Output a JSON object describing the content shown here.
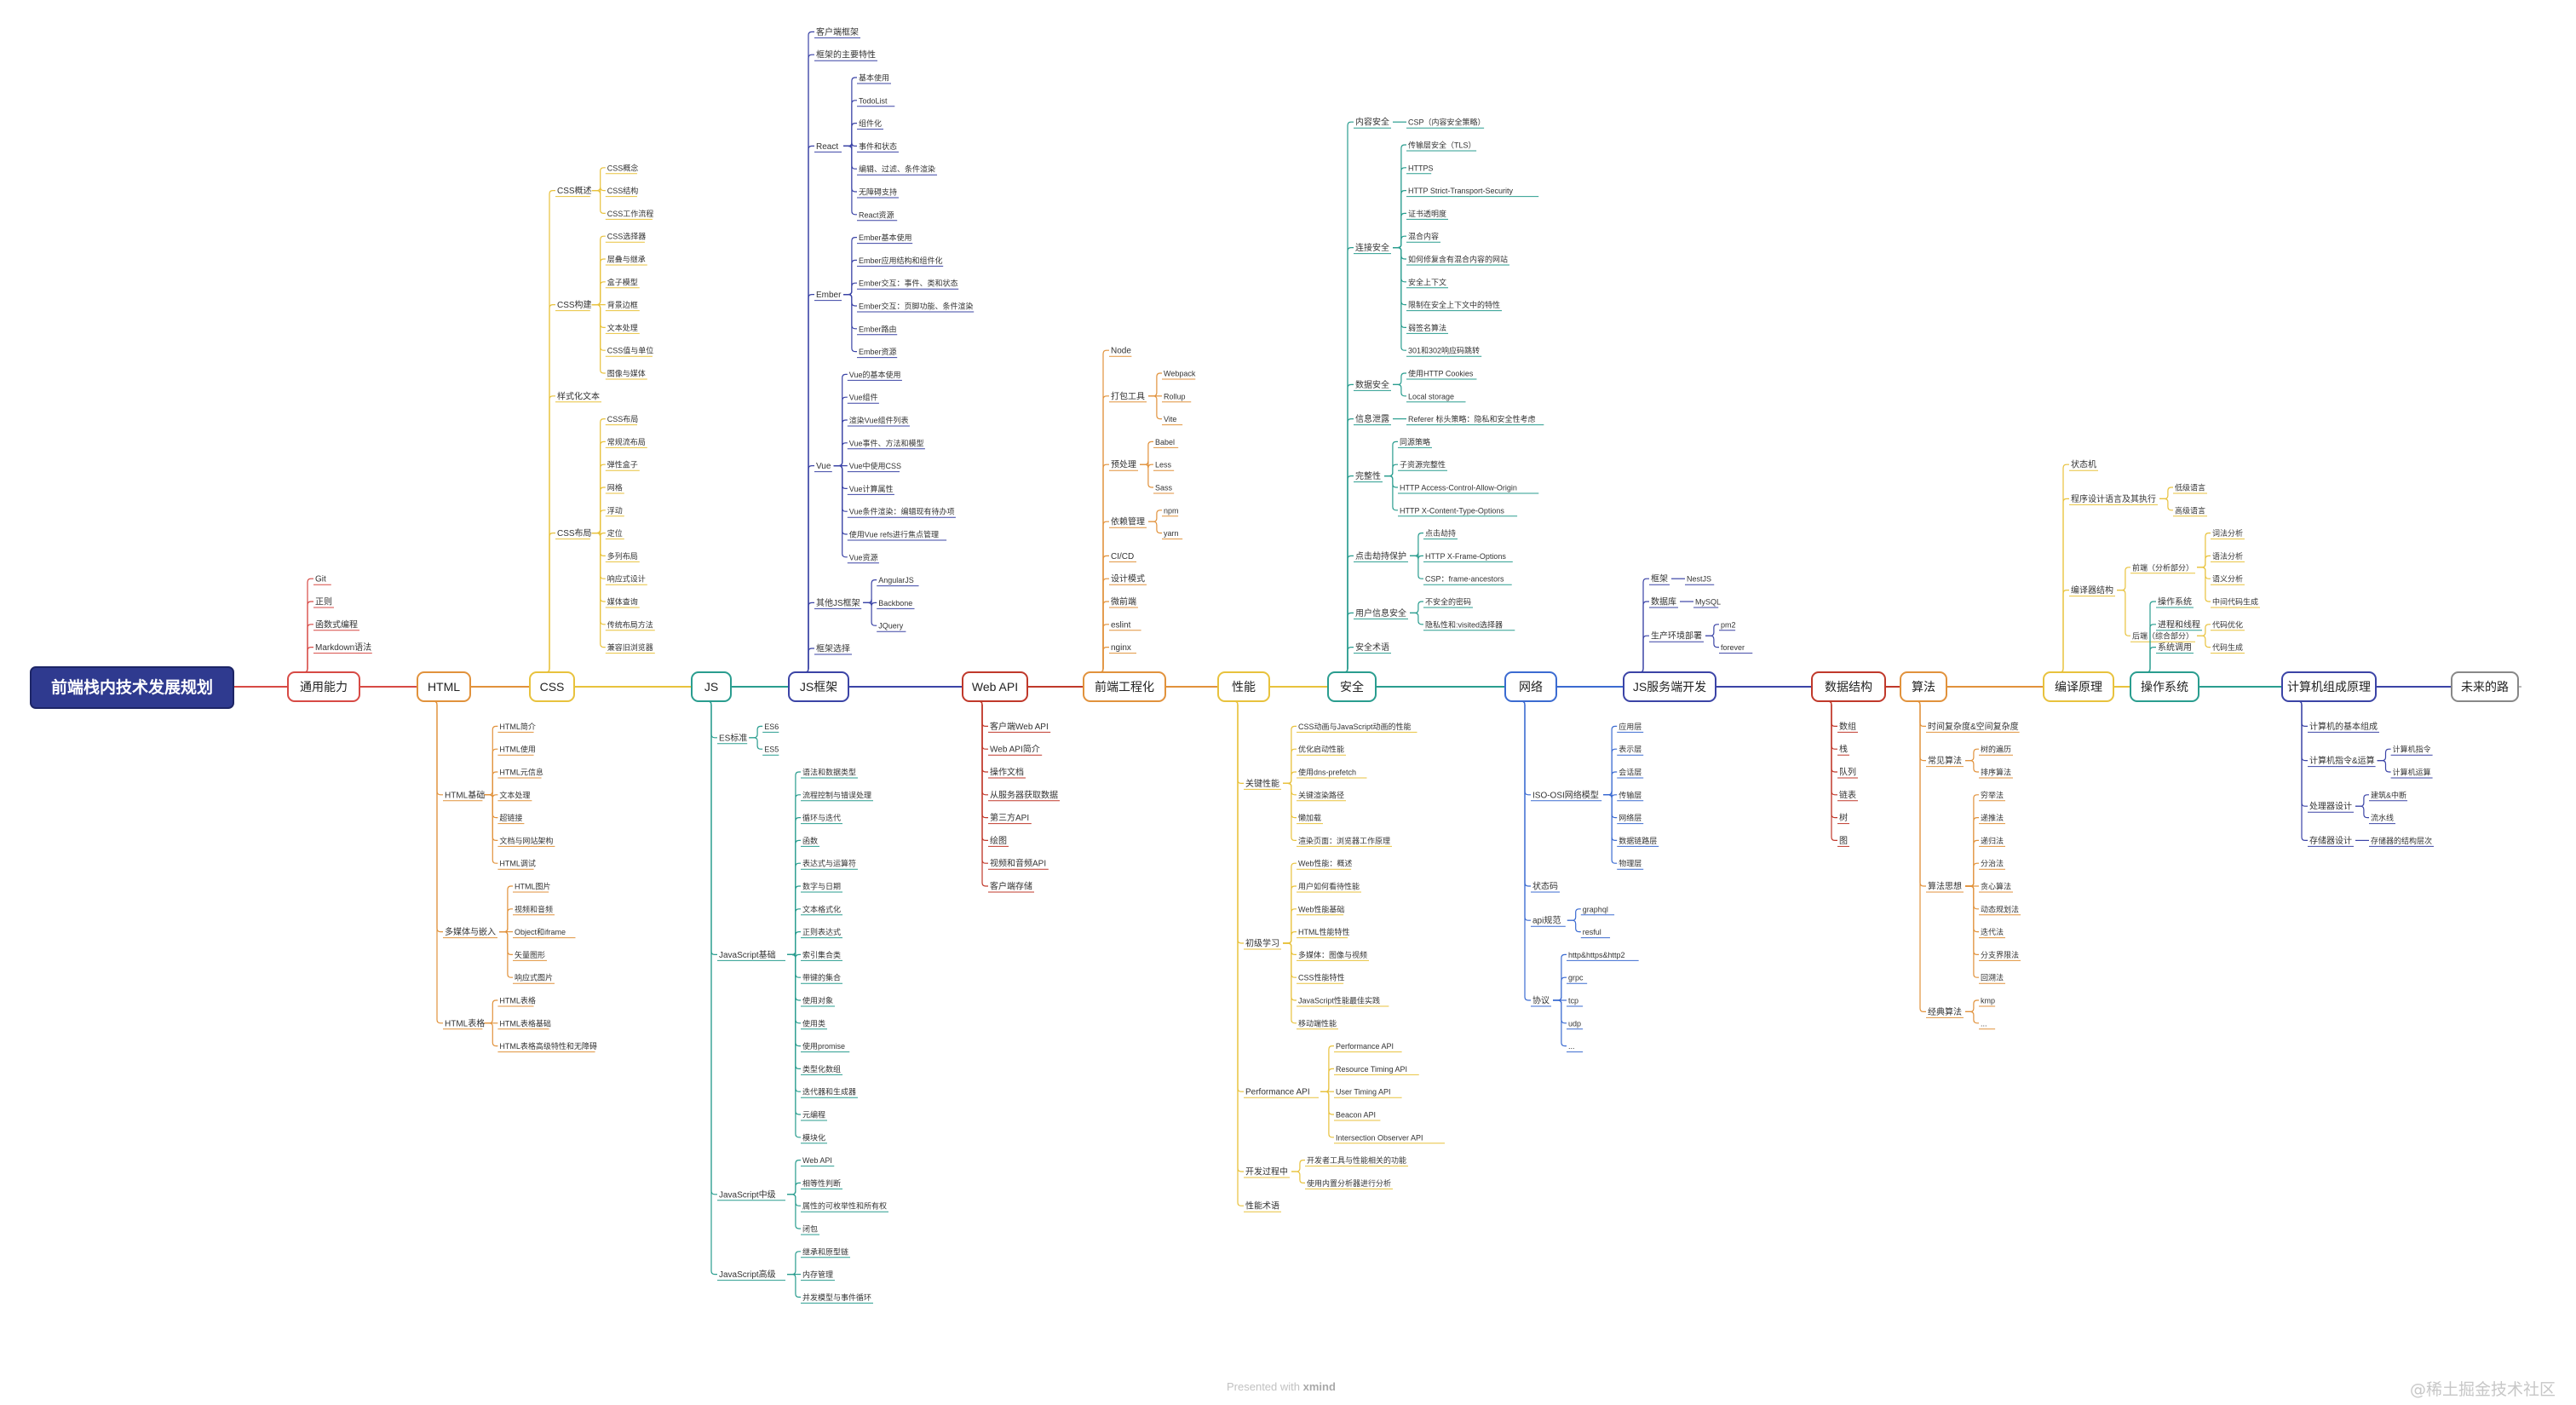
{
  "root": "前端栈内技术发展规划",
  "footer": {
    "prefix": "Presented with",
    "brand": "xmind"
  },
  "watermark": "@稀土掘金技术社区",
  "colors": [
    "#d74a45",
    "#e1923c",
    "#e8c23d",
    "#2a9d8f",
    "#3b44a6",
    "#c0392b",
    "#e1923c",
    "#e8c23d",
    "#2a9d8f",
    "#3b6bd1",
    "#3b44a6",
    "#c0392b",
    "#e1923c",
    "#e8c23d",
    "#2a9d8f",
    "#3b44a6"
  ],
  "topics": [
    {
      "label": "通用能力",
      "children": [
        {
          "label": "Git"
        },
        {
          "label": "正则"
        },
        {
          "label": "函数式编程"
        },
        {
          "label": "Markdown语法"
        }
      ]
    },
    {
      "label": "HTML",
      "children": [
        {
          "label": "HTML基础",
          "children": [
            {
              "label": "HTML简介"
            },
            {
              "label": "HTML使用"
            },
            {
              "label": "HTML元信息"
            },
            {
              "label": "文本处理"
            },
            {
              "label": "超链接"
            },
            {
              "label": "文档与网站架构"
            },
            {
              "label": "HTML调试"
            }
          ]
        },
        {
          "label": "多媒体与嵌入",
          "children": [
            {
              "label": "HTML图片"
            },
            {
              "label": "视频和音频"
            },
            {
              "label": "Object和iframe"
            },
            {
              "label": "矢量图形"
            },
            {
              "label": "响应式图片"
            }
          ]
        },
        {
          "label": "HTML表格",
          "children": [
            {
              "label": "HTML表格"
            },
            {
              "label": "HTML表格基础"
            },
            {
              "label": "HTML表格高级特性和无障碍"
            }
          ]
        }
      ]
    },
    {
      "label": "CSS",
      "children": [
        {
          "label": "CSS概述",
          "children": [
            {
              "label": "CSS概念"
            },
            {
              "label": "CSS结构"
            },
            {
              "label": "CSS工作流程"
            }
          ]
        },
        {
          "label": "CSS构建",
          "children": [
            {
              "label": "CSS选择器"
            },
            {
              "label": "层叠与继承"
            },
            {
              "label": "盒子模型"
            },
            {
              "label": "背景边框"
            },
            {
              "label": "文本处理"
            },
            {
              "label": "CSS值与单位"
            },
            {
              "label": "图像与媒体"
            }
          ]
        },
        {
          "label": "样式化文本"
        },
        {
          "label": "CSS布局",
          "children": [
            {
              "label": "CSS布局"
            },
            {
              "label": "常规流布局"
            },
            {
              "label": "弹性盒子"
            },
            {
              "label": "网格"
            },
            {
              "label": "浮动"
            },
            {
              "label": "定位"
            },
            {
              "label": "多列布局"
            },
            {
              "label": "响应式设计"
            },
            {
              "label": "媒体查询"
            },
            {
              "label": "传统布局方法"
            },
            {
              "label": "兼容旧浏览器"
            }
          ]
        }
      ]
    },
    {
      "label": "JS",
      "children": [
        {
          "label": "ES标准",
          "children": [
            {
              "label": "ES6"
            },
            {
              "label": "ES5"
            }
          ]
        },
        {
          "label": "JavaScript基础",
          "children": [
            {
              "label": "语法和数据类型"
            },
            {
              "label": "流程控制与错误处理"
            },
            {
              "label": "循环与迭代"
            },
            {
              "label": "函数"
            },
            {
              "label": "表达式与运算符"
            },
            {
              "label": "数字与日期"
            },
            {
              "label": "文本格式化"
            },
            {
              "label": "正则表达式"
            },
            {
              "label": "索引集合类"
            },
            {
              "label": "带键的集合"
            },
            {
              "label": "使用对象"
            },
            {
              "label": "使用类"
            },
            {
              "label": "使用promise"
            },
            {
              "label": "类型化数组"
            },
            {
              "label": "迭代器和生成器"
            },
            {
              "label": "元编程"
            },
            {
              "label": "模块化"
            }
          ]
        },
        {
          "label": "JavaScript中级",
          "children": [
            {
              "label": "Web API"
            },
            {
              "label": "相等性判断"
            },
            {
              "label": "属性的可枚举性和所有权"
            },
            {
              "label": "闭包"
            }
          ]
        },
        {
          "label": "JavaScript高级",
          "children": [
            {
              "label": "继承和原型链"
            },
            {
              "label": "内存管理"
            },
            {
              "label": "并发模型与事件循环"
            }
          ]
        }
      ]
    },
    {
      "label": "JS框架",
      "children": [
        {
          "label": "客户端框架"
        },
        {
          "label": "框架的主要特性"
        },
        {
          "label": "React",
          "children": [
            {
              "label": "基本使用"
            },
            {
              "label": "TodoList"
            },
            {
              "label": "组件化"
            },
            {
              "label": "事件和状态"
            },
            {
              "label": "编辑、过滤、条件渲染"
            },
            {
              "label": "无障碍支持"
            },
            {
              "label": "React资源"
            }
          ]
        },
        {
          "label": "Ember",
          "children": [
            {
              "label": "Ember基本使用"
            },
            {
              "label": "Ember应用结构和组件化"
            },
            {
              "label": "Ember交互：事件、类和状态"
            },
            {
              "label": "Ember交互：页脚功能、条件渲染"
            },
            {
              "label": "Ember路由"
            },
            {
              "label": "Ember资源"
            }
          ]
        },
        {
          "label": "Vue",
          "children": [
            {
              "label": "Vue的基本使用"
            },
            {
              "label": "Vue组件"
            },
            {
              "label": "渲染Vue组件列表"
            },
            {
              "label": "Vue事件、方法和模型"
            },
            {
              "label": "Vue中使用CSS"
            },
            {
              "label": "Vue计算属性"
            },
            {
              "label": "Vue条件渲染：编辑现有待办项"
            },
            {
              "label": "使用Vue refs进行焦点管理"
            },
            {
              "label": "Vue资源"
            }
          ]
        },
        {
          "label": "其他JS框架",
          "children": [
            {
              "label": "AngularJS"
            },
            {
              "label": "Backbone"
            },
            {
              "label": "JQuery"
            }
          ]
        },
        {
          "label": "框架选择"
        }
      ]
    },
    {
      "label": "Web API",
      "children": [
        {
          "label": "客户端Web API"
        },
        {
          "label": "Web API简介"
        },
        {
          "label": "操作文档"
        },
        {
          "label": "从服务器获取数据"
        },
        {
          "label": "第三方API"
        },
        {
          "label": "绘图"
        },
        {
          "label": "视频和音频API"
        },
        {
          "label": "客户端存储"
        }
      ]
    },
    {
      "label": "前端工程化",
      "children": [
        {
          "label": "Node"
        },
        {
          "label": "打包工具",
          "children": [
            {
              "label": "Webpack"
            },
            {
              "label": "Rollup"
            },
            {
              "label": "Vite"
            }
          ]
        },
        {
          "label": "预处理",
          "children": [
            {
              "label": "Babel"
            },
            {
              "label": "Less"
            },
            {
              "label": "Sass"
            }
          ]
        },
        {
          "label": "依赖管理",
          "children": [
            {
              "label": "npm"
            },
            {
              "label": "yarn"
            }
          ]
        },
        {
          "label": "CI/CD"
        },
        {
          "label": "设计模式"
        },
        {
          "label": "微前端"
        },
        {
          "label": "eslint"
        },
        {
          "label": "nginx"
        }
      ]
    },
    {
      "label": "性能",
      "children": [
        {
          "label": "关键性能",
          "children": [
            {
              "label": "CSS动画与JavaScript动画的性能"
            },
            {
              "label": "优化启动性能"
            },
            {
              "label": "使用dns-prefetch"
            },
            {
              "label": "关键渲染路径"
            },
            {
              "label": "懒加载"
            },
            {
              "label": "渲染页面：浏览器工作原理"
            }
          ]
        },
        {
          "label": "初级学习",
          "children": [
            {
              "label": "Web性能：概述"
            },
            {
              "label": "用户如何看待性能"
            },
            {
              "label": "Web性能基础"
            },
            {
              "label": "HTML性能特性"
            },
            {
              "label": "多媒体：图像与视频"
            },
            {
              "label": "CSS性能特性"
            },
            {
              "label": "JavaScript性能最佳实践"
            },
            {
              "label": "移动端性能"
            }
          ]
        },
        {
          "label": "Performance API",
          "children": [
            {
              "label": "Performance API"
            },
            {
              "label": "Resource Timing API"
            },
            {
              "label": "User Timing API"
            },
            {
              "label": "Beacon API"
            },
            {
              "label": "Intersection Observer API"
            }
          ]
        },
        {
          "label": "开发过程中",
          "children": [
            {
              "label": "开发者工具与性能相关的功能"
            },
            {
              "label": "使用内置分析器进行分析"
            }
          ]
        },
        {
          "label": "性能术语"
        }
      ]
    },
    {
      "label": "安全",
      "children": [
        {
          "label": "内容安全",
          "children": [
            {
              "label": "CSP（内容安全策略）"
            }
          ]
        },
        {
          "label": "连接安全",
          "children": [
            {
              "label": "传输层安全（TLS）"
            },
            {
              "label": "HTTPS"
            },
            {
              "label": "HTTP Strict-Transport-Security"
            },
            {
              "label": "证书透明度"
            },
            {
              "label": "混合内容"
            },
            {
              "label": "如何修复含有混合内容的网站"
            },
            {
              "label": "安全上下文"
            },
            {
              "label": "限制在安全上下文中的特性"
            },
            {
              "label": "弱签名算法"
            },
            {
              "label": "301和302响应码跳转"
            }
          ]
        },
        {
          "label": "数据安全",
          "children": [
            {
              "label": "使用HTTP Cookies"
            },
            {
              "label": "Local storage"
            }
          ]
        },
        {
          "label": "信息泄露",
          "children": [
            {
              "label": "Referer 标头策略：隐私和安全性考虑"
            }
          ]
        },
        {
          "label": "完整性",
          "children": [
            {
              "label": "同源策略"
            },
            {
              "label": "子资源完整性"
            },
            {
              "label": "HTTP Access-Control-Allow-Origin"
            },
            {
              "label": "HTTP X-Content-Type-Options"
            }
          ]
        },
        {
          "label": "点击劫持保护",
          "children": [
            {
              "label": "点击劫持"
            },
            {
              "label": "HTTP X-Frame-Options"
            },
            {
              "label": "CSP：frame-ancestors"
            }
          ]
        },
        {
          "label": "用户信息安全",
          "children": [
            {
              "label": "不安全的密码"
            },
            {
              "label": "隐私性和:visited选择器"
            }
          ]
        },
        {
          "label": "安全术语"
        }
      ]
    },
    {
      "label": "网络",
      "children": [
        {
          "label": "ISO-OSI网络模型",
          "children": [
            {
              "label": "应用层"
            },
            {
              "label": "表示层"
            },
            {
              "label": "会话层"
            },
            {
              "label": "传输层"
            },
            {
              "label": "网络层"
            },
            {
              "label": "数据链路层"
            },
            {
              "label": "物理层"
            }
          ]
        },
        {
          "label": "状态码"
        },
        {
          "label": "api规范",
          "children": [
            {
              "label": "graphql"
            },
            {
              "label": "resful"
            }
          ]
        },
        {
          "label": "协议",
          "children": [
            {
              "label": "http&https&http2"
            },
            {
              "label": "grpc"
            },
            {
              "label": "tcp"
            },
            {
              "label": "udp"
            },
            {
              "label": "..."
            }
          ]
        }
      ]
    },
    {
      "label": "JS服务端开发",
      "children": [
        {
          "label": "框架",
          "children": [
            {
              "label": "NestJS"
            }
          ]
        },
        {
          "label": "数据库",
          "children": [
            {
              "label": "MySQL"
            }
          ]
        },
        {
          "label": "生产环境部署",
          "children": [
            {
              "label": "pm2"
            },
            {
              "label": "forever"
            }
          ]
        }
      ]
    },
    {
      "label": "数据结构",
      "children": [
        {
          "label": "数组"
        },
        {
          "label": "栈"
        },
        {
          "label": "队列"
        },
        {
          "label": "链表"
        },
        {
          "label": "树"
        },
        {
          "label": "图"
        }
      ]
    },
    {
      "label": "算法",
      "children": [
        {
          "label": "时间复杂度&空间复杂度"
        },
        {
          "label": "常见算法",
          "children": [
            {
              "label": "树的遍历"
            },
            {
              "label": "排序算法"
            }
          ]
        },
        {
          "label": "算法思想",
          "children": [
            {
              "label": "穷举法"
            },
            {
              "label": "递推法"
            },
            {
              "label": "递归法"
            },
            {
              "label": "分治法"
            },
            {
              "label": "贪心算法"
            },
            {
              "label": "动态规划法"
            },
            {
              "label": "迭代法"
            },
            {
              "label": "分支界限法"
            },
            {
              "label": "回溯法"
            }
          ]
        },
        {
          "label": "经典算法",
          "children": [
            {
              "label": "kmp"
            },
            {
              "label": "..."
            }
          ]
        }
      ]
    },
    {
      "label": "编译原理",
      "children": [
        {
          "label": "状态机"
        },
        {
          "label": "程序设计语言及其执行",
          "children": [
            {
              "label": "低级语言"
            },
            {
              "label": "高级语言"
            }
          ]
        },
        {
          "label": "编译器结构",
          "children": [
            {
              "label": "前端（分析部分）",
              "children": [
                {
                  "label": "词法分析"
                },
                {
                  "label": "语法分析"
                },
                {
                  "label": "语义分析"
                },
                {
                  "label": "中间代码生成"
                }
              ]
            },
            {
              "label": "后端（综合部分）",
              "children": [
                {
                  "label": "代码优化"
                },
                {
                  "label": "代码生成"
                }
              ]
            }
          ]
        }
      ]
    },
    {
      "label": "操作系统",
      "children": [
        {
          "label": "操作系统"
        },
        {
          "label": "进程和线程"
        },
        {
          "label": "系统调用"
        }
      ]
    },
    {
      "label": "计算机组成原理",
      "children": [
        {
          "label": "计算机的基本组成"
        },
        {
          "label": "计算机指令&运算",
          "children": [
            {
              "label": "计算机指令"
            },
            {
              "label": "计算机运算"
            }
          ]
        },
        {
          "label": "处理器设计",
          "children": [
            {
              "label": "建筑&中断"
            },
            {
              "label": "流水线"
            }
          ]
        },
        {
          "label": "存储器设计",
          "children": [
            {
              "label": "存储器的结构层次"
            }
          ]
        }
      ]
    },
    {
      "label": "未来的路"
    }
  ]
}
